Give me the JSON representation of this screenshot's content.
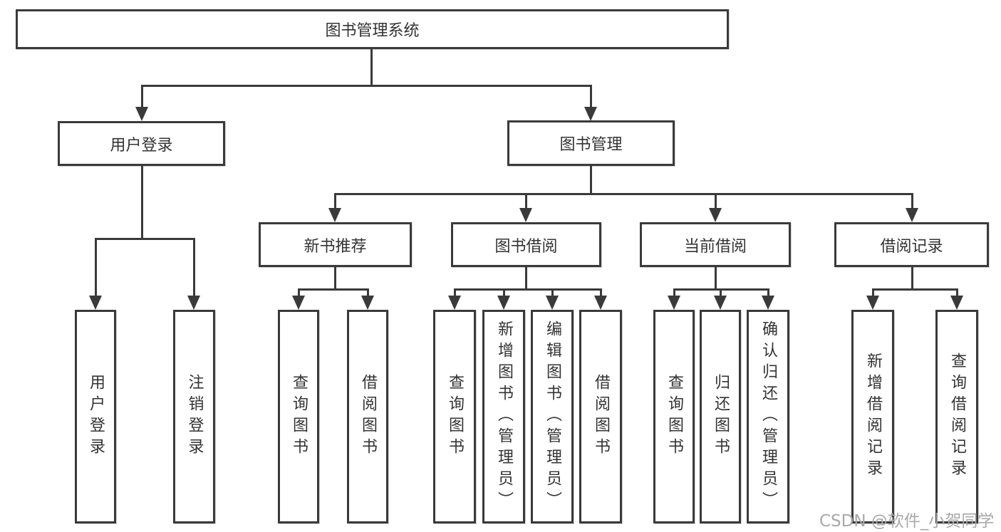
{
  "colors": {
    "line": "#3a3a3a",
    "text": "#333333",
    "watermark": "#a9a9a9",
    "background": "#ffffff"
  },
  "watermark": {
    "text": "CSDN @软件_小贺同学"
  },
  "tree": {
    "root": {
      "label": "图书管理系统",
      "children": [
        {
          "label": "用户登录",
          "children": [
            {
              "label": "用户登录"
            },
            {
              "label": "注销登录"
            }
          ]
        },
        {
          "label": "图书管理",
          "children": [
            {
              "label": "新书推荐",
              "children": [
                {
                  "label": "查询图书"
                },
                {
                  "label": "借阅图书"
                }
              ]
            },
            {
              "label": "图书借阅",
              "children": [
                {
                  "label": "查询图书"
                },
                {
                  "label": "新增图书（管理员）"
                },
                {
                  "label": "编辑图书（管理员）"
                },
                {
                  "label": "借阅图书"
                }
              ]
            },
            {
              "label": "当前借阅",
              "children": [
                {
                  "label": "查询图书"
                },
                {
                  "label": "归还图书"
                },
                {
                  "label": "确认归还（管理员）"
                }
              ]
            },
            {
              "label": "借阅记录",
              "children": [
                {
                  "label": "新增借阅记录"
                },
                {
                  "label": "查询借阅记录"
                }
              ]
            }
          ]
        }
      ]
    }
  }
}
